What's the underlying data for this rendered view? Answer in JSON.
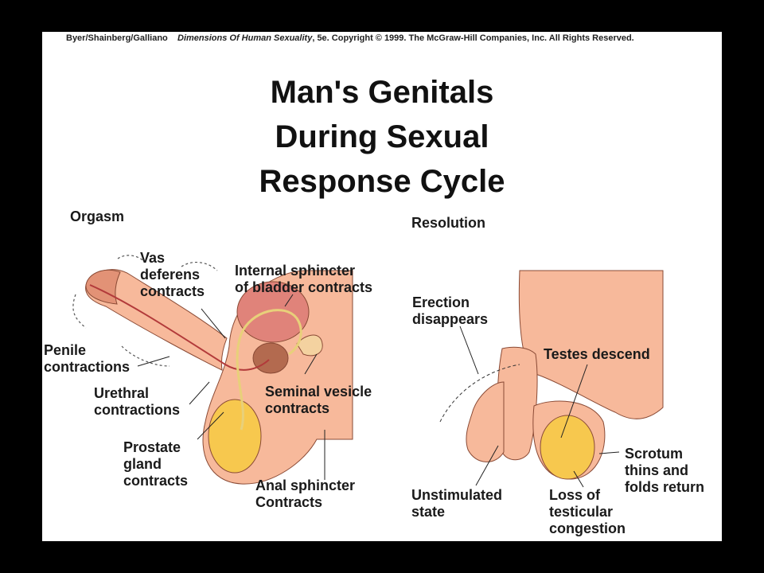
{
  "credit": {
    "authors": "Byer/Shainberg/Galliano",
    "book": "Dimensions Of Human Sexuality",
    "rest": ", 5e. Copyright © 1999. The McGraw-Hill Companies, Inc. All Rights Reserved."
  },
  "title": [
    "Man's Genitals",
    "During Sexual",
    "Response Cycle"
  ],
  "colors": {
    "skin": "#f7b99b",
    "skin_dark": "#e29276",
    "bladder": "#e0837a",
    "prostate": "#b36a4f",
    "testis": "#f7c84e",
    "vesicle": "#f4d2a0",
    "urethra": "#b23a3a",
    "duct": "#e8d07a"
  },
  "orgasm": {
    "heading": "Orgasm",
    "labels": {
      "vas": [
        "Vas",
        "deferens",
        "contracts"
      ],
      "sphincter": [
        "Internal sphincter",
        "of bladder contracts"
      ],
      "penile": [
        "Penile",
        "contractions"
      ],
      "urethral": [
        "Urethral",
        "contractions"
      ],
      "seminal": [
        "Seminal vesicle",
        "contracts"
      ],
      "prostate": [
        "Prostate",
        "gland",
        "contracts"
      ],
      "anal": [
        "Anal sphincter",
        "Contracts"
      ]
    }
  },
  "resolution": {
    "heading": "Resolution",
    "labels": {
      "erection": [
        "Erection",
        "disappears"
      ],
      "testes": [
        "Testes descend"
      ],
      "scrotum": [
        "Scrotum",
        "thins and",
        "folds return"
      ],
      "unstim": [
        "Unstimulated",
        "state"
      ],
      "loss": [
        "Loss of",
        "testicular",
        "congestion"
      ]
    }
  }
}
